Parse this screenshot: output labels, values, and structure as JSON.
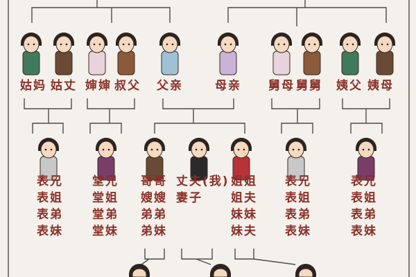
{
  "colors": {
    "text": "#8a2f28",
    "line": "#4a4a4a",
    "background": "#f4f1ec"
  },
  "generation1": [
    {
      "label": "姑妈"
    },
    {
      "label": "姑丈"
    },
    {
      "label": "婶婶"
    },
    {
      "label": "叔父"
    },
    {
      "label": "父亲"
    },
    {
      "label": "母亲"
    },
    {
      "label": "舅母"
    },
    {
      "label": "舅舅"
    },
    {
      "label": "姨父"
    },
    {
      "label": "姨母"
    }
  ],
  "generation2": [
    {
      "lines": [
        "表兄",
        "表姐",
        "表弟",
        "表妹"
      ]
    },
    {
      "lines": [
        "堂兄",
        "堂姐",
        "堂弟",
        "堂妹"
      ]
    },
    {
      "lines": [
        "哥哥",
        "嫂嫂",
        "弟弟",
        "弟妹"
      ]
    },
    {
      "lines": [
        "丈夫(我)",
        "妻子"
      ]
    },
    {
      "lines": [
        "姐姐",
        "姐夫",
        "妹妹",
        "妹夫"
      ]
    },
    {
      "lines": [
        "表兄",
        "表姐",
        "表弟",
        "表妹"
      ]
    },
    {
      "lines": [
        "表兄",
        "表姐",
        "表弟",
        "表妹"
      ]
    }
  ]
}
